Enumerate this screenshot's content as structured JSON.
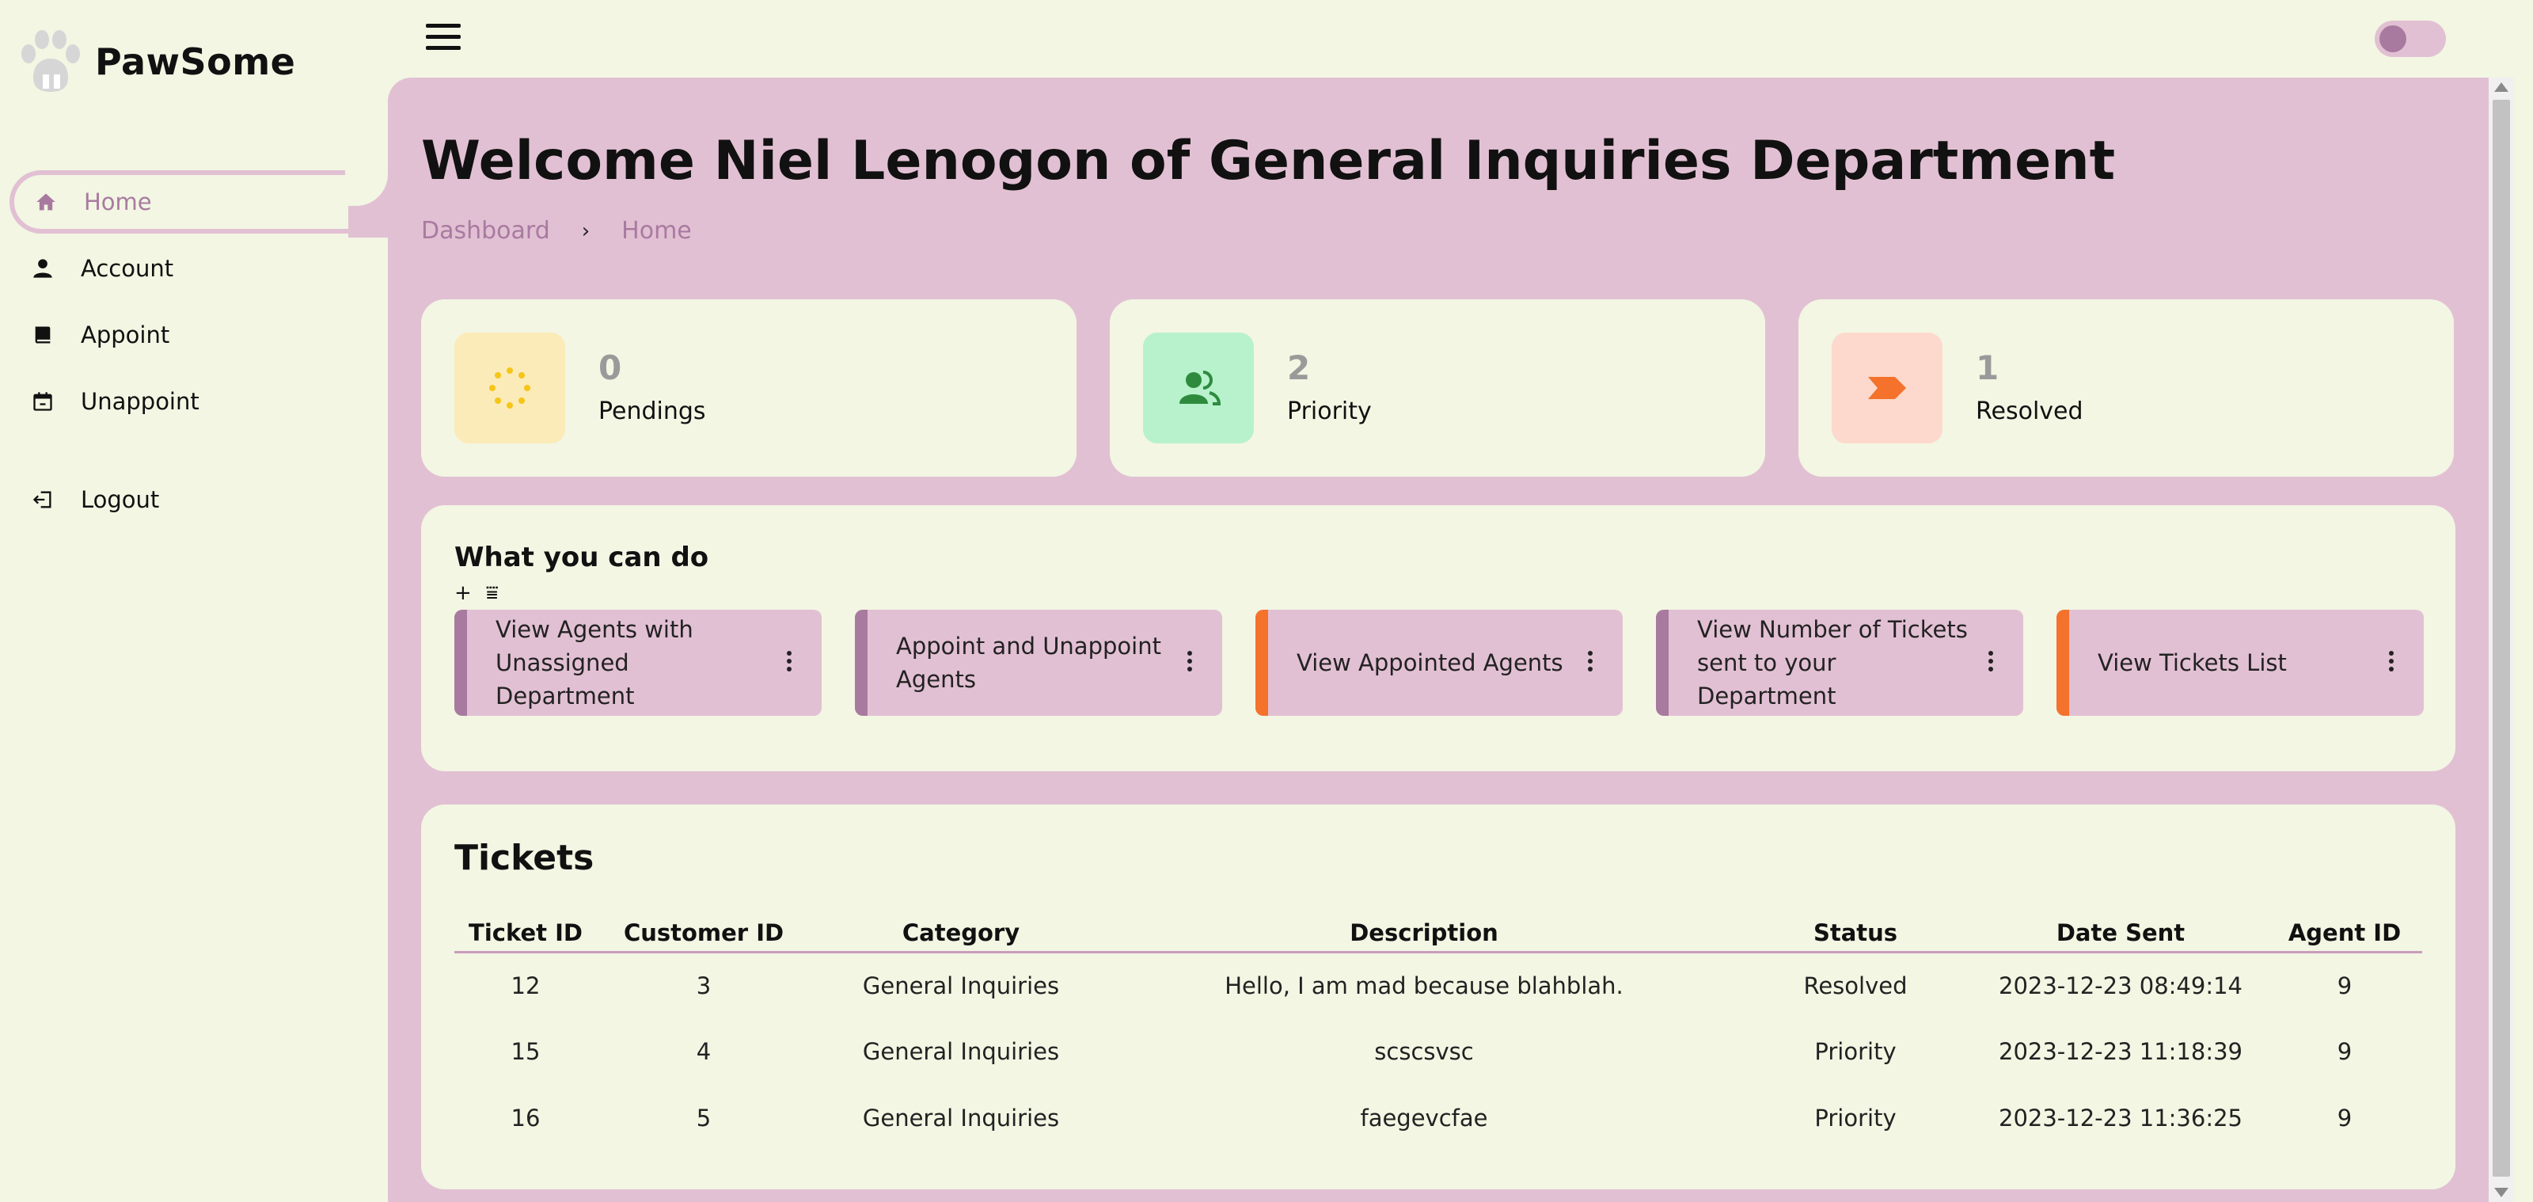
{
  "brand": {
    "name": "PawSome",
    "logo_icon": "paw-logo-icon"
  },
  "sidebar": {
    "items": [
      {
        "label": "Home",
        "icon": "home-icon",
        "active": true
      },
      {
        "label": "Account",
        "icon": "person-icon",
        "active": false
      },
      {
        "label": "Appoint",
        "icon": "book-icon",
        "active": false
      },
      {
        "label": "Unappoint",
        "icon": "calendar-icon",
        "active": false
      }
    ],
    "logout": {
      "label": "Logout",
      "icon": "logout-icon"
    }
  },
  "header": {
    "menu_icon": "hamburger-icon",
    "theme_toggle": "off"
  },
  "main": {
    "title": "Welcome Niel Lenogon of General Inquiries Department",
    "breadcrumb": {
      "root": "Dashboard",
      "separator": "›",
      "current": "Home"
    },
    "stats": [
      {
        "value": "0",
        "label": "Pendings",
        "icon": "spinner-icon",
        "color": "#fbebb8",
        "icon_color": "#f5c518"
      },
      {
        "value": "2",
        "label": "Priority",
        "icon": "users-icon",
        "color": "#b7f2cc",
        "icon_color": "#2e8b3e"
      },
      {
        "value": "1",
        "label": "Resolved",
        "icon": "label-arrow-icon",
        "color": "#fcd9cc",
        "icon_color": "#f4722b"
      }
    ],
    "actions": {
      "title": "What you can do",
      "tools": [
        "+",
        "⩸"
      ],
      "tiles": [
        {
          "label": "View Agents with Unassigned Department",
          "accent": "#a97aa0"
        },
        {
          "label": "Appoint and Unappoint Agents",
          "accent": "#a97aa0"
        },
        {
          "label": "View Appointed Agents",
          "accent": "#f4722b"
        },
        {
          "label": "View Number of Tickets sent to your Department",
          "accent": "#a97aa0"
        },
        {
          "label": "View Tickets List",
          "accent": "#f4722b"
        }
      ]
    },
    "tickets": {
      "title": "Tickets",
      "columns": [
        "Ticket ID",
        "Customer ID",
        "Category",
        "Description",
        "Status",
        "Date Sent",
        "Agent ID"
      ],
      "rows": [
        [
          "12",
          "3",
          "General Inquiries",
          "Hello, I am mad because blahblah.",
          "Resolved",
          "2023-12-23 08:49:14",
          "9"
        ],
        [
          "15",
          "4",
          "General Inquiries",
          "scscsvsc",
          "Priority",
          "2023-12-23 11:18:39",
          "9"
        ],
        [
          "16",
          "5",
          "General Inquiries",
          "faegevcfae",
          "Priority",
          "2023-12-23 11:36:25",
          "9"
        ]
      ]
    }
  }
}
